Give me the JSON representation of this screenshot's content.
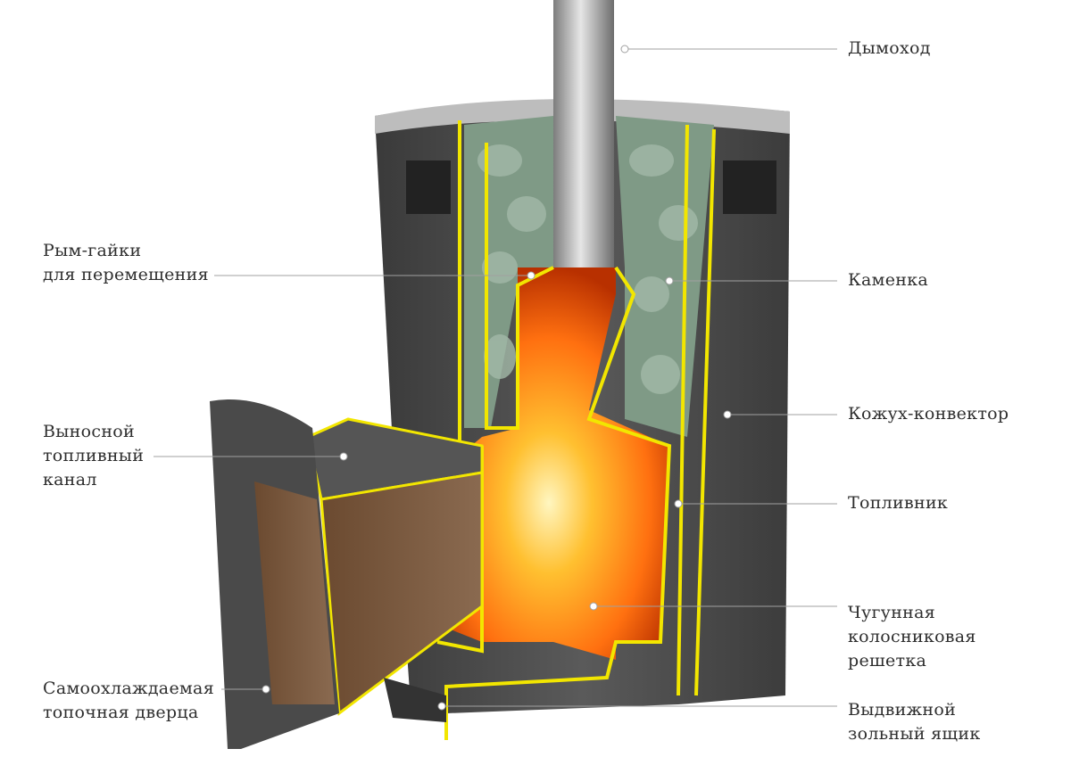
{
  "labels": {
    "chimney": [
      "Дымоход"
    ],
    "eye_nuts": [
      "Рым-гайки",
      "для перемещения"
    ],
    "heater": [
      "Каменка"
    ],
    "fuel_channel": [
      "Выносной",
      "топливный",
      "канал"
    ],
    "convector_casing": [
      "Кожух-конвектор"
    ],
    "firebox": [
      "Топливник"
    ],
    "grate": [
      "Чугунная",
      "колосниковая",
      "решетка"
    ],
    "door": [
      "Самоохлаждаемая",
      "топочная дверца"
    ],
    "ash_box": [
      "Выдвижной",
      "зольный ящик"
    ]
  },
  "colors": {
    "outline": "#f2e600",
    "body": "#4a4a4a",
    "fire": "#ff7a10",
    "stone": "#7f9a86"
  }
}
